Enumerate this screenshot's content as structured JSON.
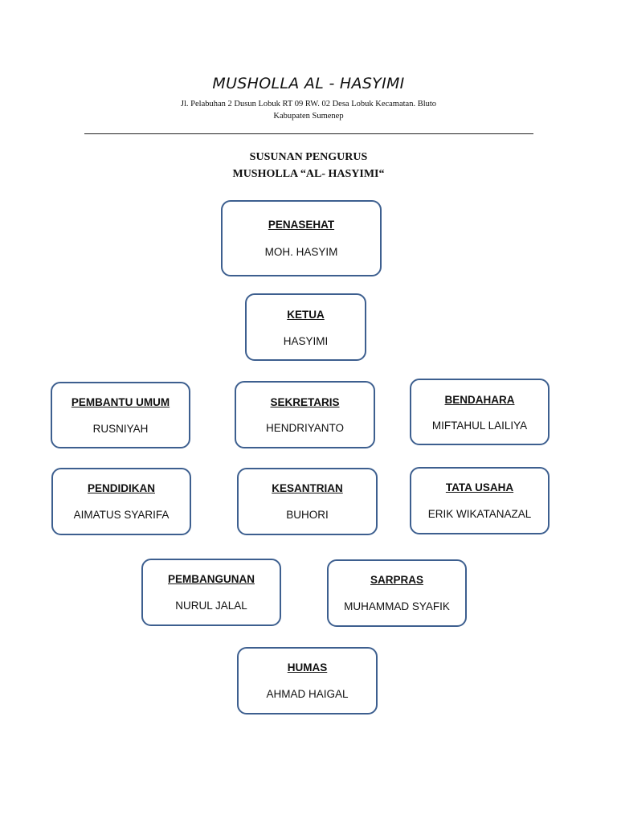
{
  "header": {
    "title": "MUSHOLLA AL - HASYIMI",
    "address_line1": "Jl. Pelabuhan 2 Dusun Lobuk RT 09  RW. 02 Desa Lobuk Kecamatan. Bluto",
    "address_line2": "Kabupaten Sumenep"
  },
  "document": {
    "title_line1": "SUSUNAN PENGURUS",
    "title_line2": "MUSHOLLA “AL- HASYIMI“"
  },
  "org_chart": {
    "penasehat": {
      "role": "PENASEHAT ",
      "name": "MOH. HASYIM"
    },
    "ketua": {
      "role": "KETUA",
      "name": "HASYIMI"
    },
    "pembantu_umum": {
      "role": "PEMBANTU UMUM",
      "name": "RUSNIYAH"
    },
    "sekretaris": {
      "role": "SEKRETARIS",
      "name": "HENDRIYANTO"
    },
    "bendahara": {
      "role": "BENDAHARA",
      "name": "MIFTAHUL LAILIYA"
    },
    "pendidikan": {
      "role": "PENDIDIKAN",
      "name": "AIMATUS SYARIFA"
    },
    "kesantrian": {
      "role": "KESANTRIAN",
      "name": "BUHORI"
    },
    "tata_usaha": {
      "role": "TATA USAHA",
      "name": "ERIK WIKATANAZAL"
    },
    "pembangunan": {
      "role": "PEMBANGUNAN",
      "name": "NURUL JALAL"
    },
    "sarpras": {
      "role": "SARPRAS",
      "name": "MUHAMMAD SYAFIK"
    },
    "humas": {
      "role": "HUMAS",
      "name": "AHMAD HAIGAL"
    }
  },
  "colors": {
    "box_border": "#3d5f8f"
  }
}
